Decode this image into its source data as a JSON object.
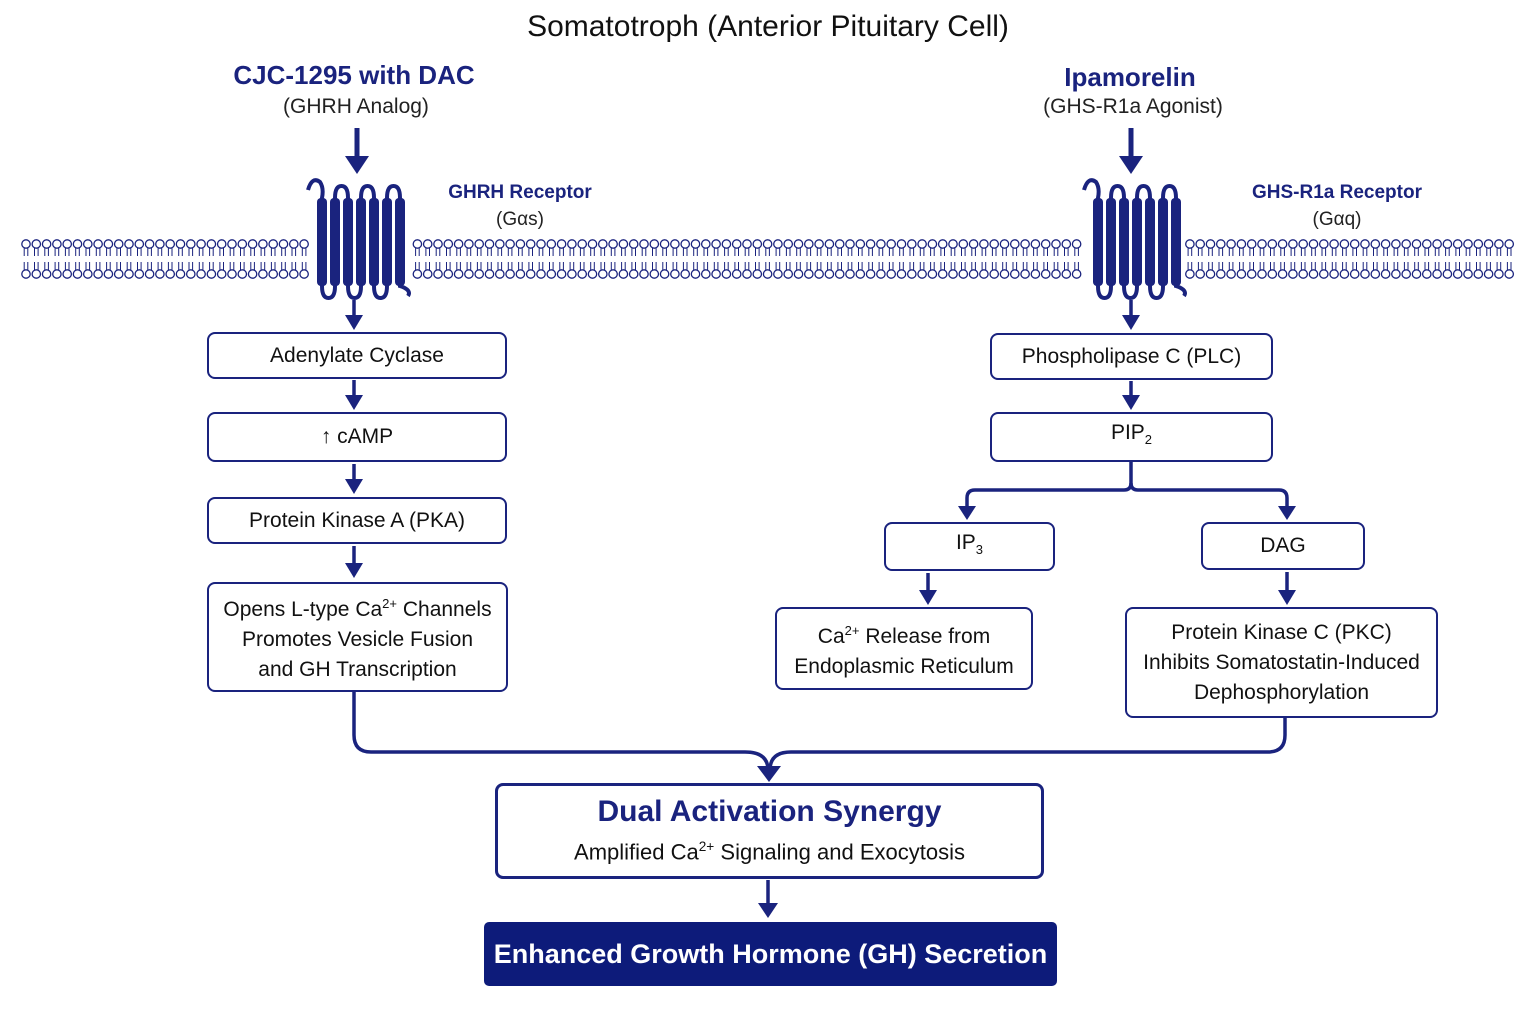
{
  "title": "Somatotroph (Anterior Pituitary Cell)",
  "left_pathway": {
    "drug_name": "CJC-1295 with DAC",
    "drug_class": "(GHRH Analog)",
    "receptor_name": "GHRH Receptor",
    "receptor_gprotein": "(Gαs)",
    "steps": {
      "adenylate_cyclase": "Adenylate Cyclase",
      "camp_arrow": "↑",
      "camp": "cAMP",
      "pka": "Protein Kinase A (PKA)",
      "effect_line1_pre": "Opens L-type Ca",
      "effect_line1_sup": "2+",
      "effect_line1_post": " Channels",
      "effect_line2": "Promotes Vesicle Fusion",
      "effect_line3": "and GH Transcription"
    }
  },
  "right_pathway": {
    "drug_name": "Ipamorelin",
    "drug_class": "(GHS-R1a Agonist)",
    "receptor_name": "GHS-R1a Receptor",
    "receptor_gprotein": "(Gαq)",
    "steps": {
      "plc": "Phospholipase C (PLC)",
      "pip_base": "PIP",
      "pip_sub": "2",
      "ip_base": "IP",
      "ip_sub": "3",
      "dag": "DAG",
      "ca_line1_pre": "Ca",
      "ca_line1_sup": "2+",
      "ca_line1_post": " Release from",
      "ca_line2": "Endoplasmic Reticulum",
      "pkc_line1": "Protein Kinase C (PKC)",
      "pkc_line2": "Inhibits Somatostatin-Induced",
      "pkc_line3": "Dephosphorylation"
    }
  },
  "synergy": {
    "title": "Dual Activation Synergy",
    "sub_pre": "Amplified Ca",
    "sub_sup": "2+",
    "sub_post": " Signaling and Exocytosis"
  },
  "outcome": "Enhanced Growth Hormone (GH) Secretion",
  "colors": {
    "primary": "#1a237e",
    "final_fill": "#0d1b7a",
    "membrane": "#1a237e",
    "text": "#111111"
  }
}
